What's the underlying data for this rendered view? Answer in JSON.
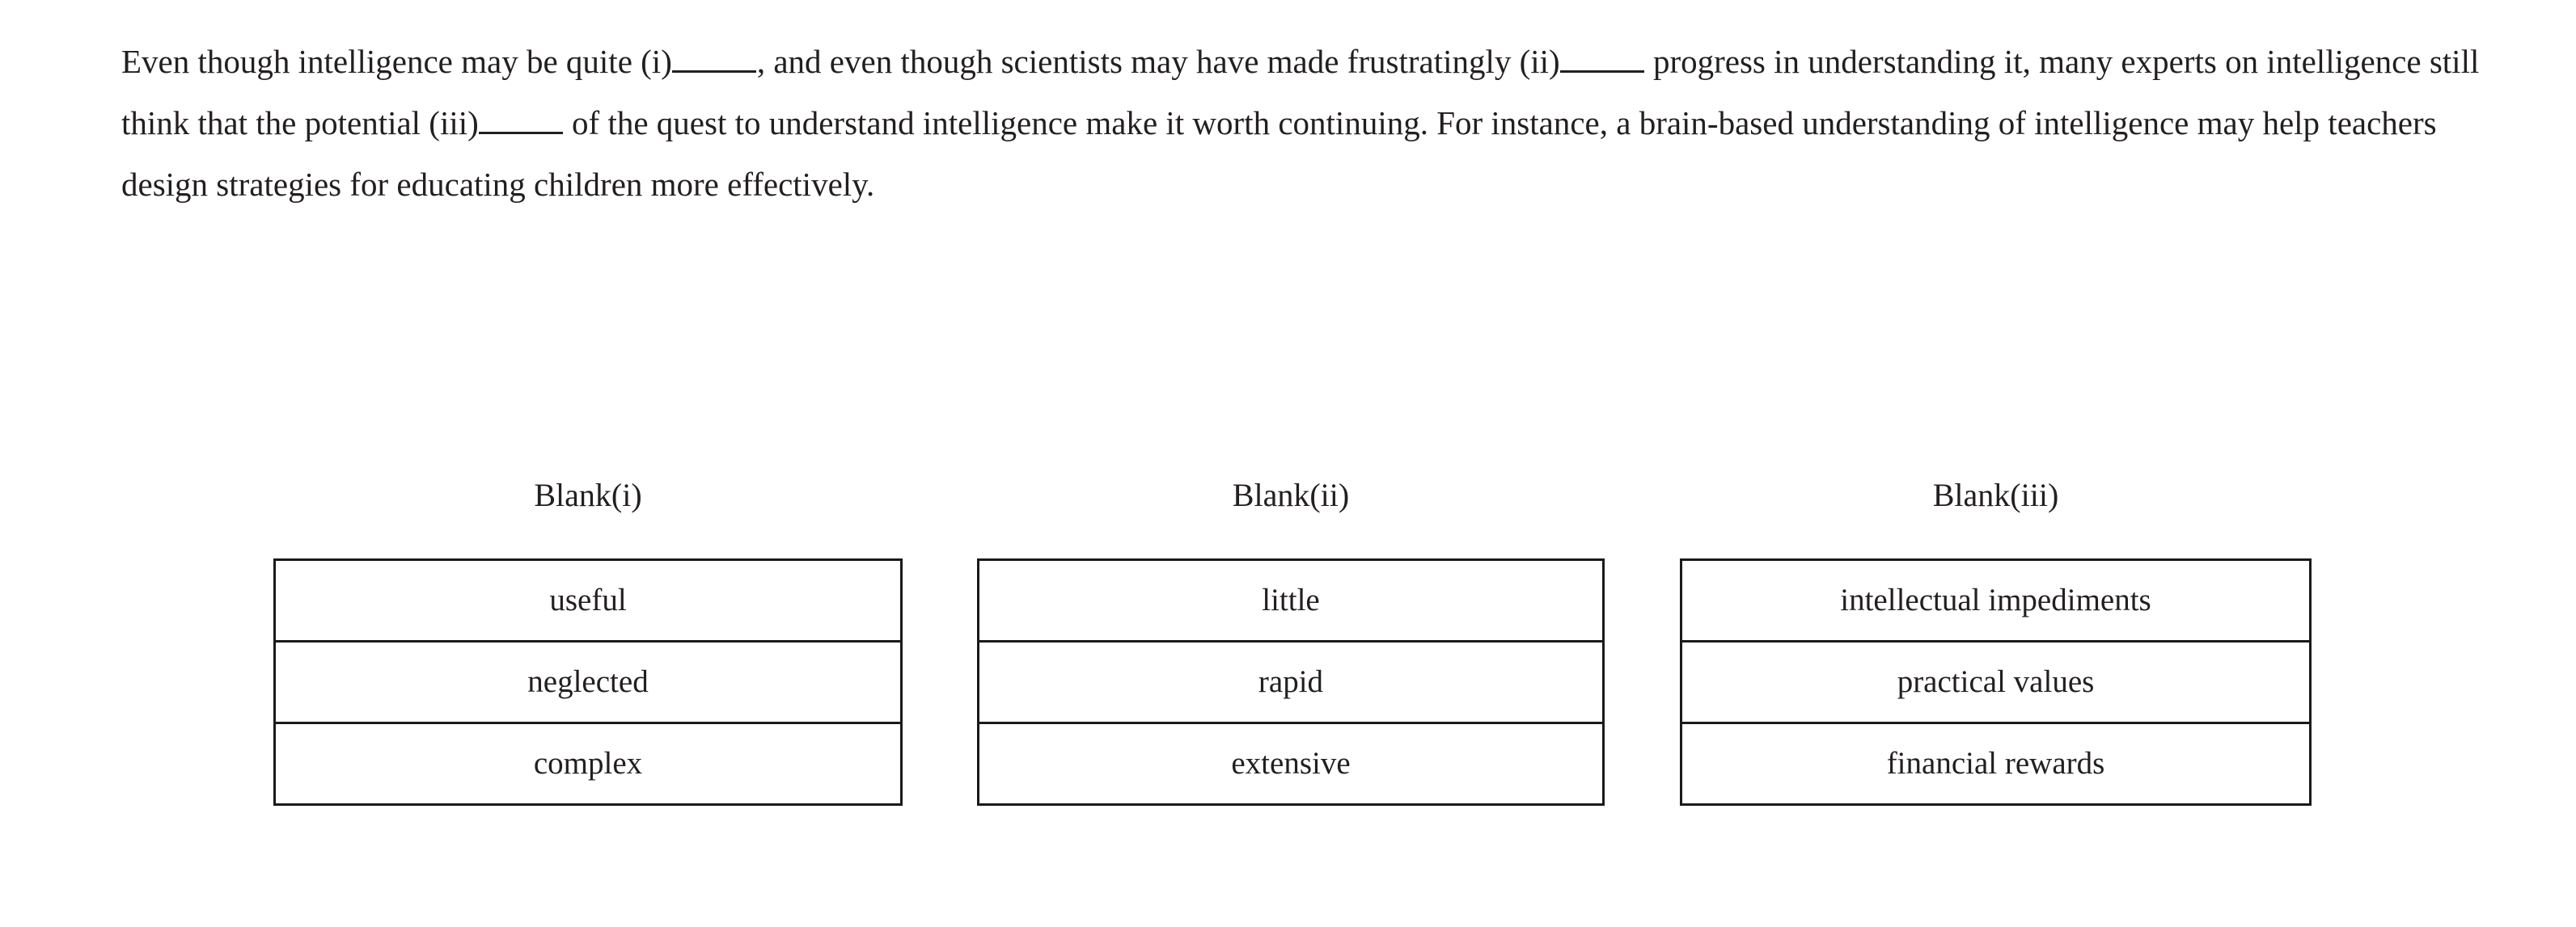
{
  "passage": {
    "segments": [
      {
        "type": "text",
        "value": "Even though intelligence may be quite (i)"
      },
      {
        "type": "blank",
        "value": "_____"
      },
      {
        "type": "text",
        "value": ", and even though scientists may have made frustratingly (ii)"
      },
      {
        "type": "blank",
        "value": "_____"
      },
      {
        "type": "text",
        "value": " progress in understanding it, many experts on intelligence still think that the potential (iii)"
      },
      {
        "type": "blank",
        "value": "_____"
      },
      {
        "type": "text",
        "value": " of the quest to understand intelligence make it worth continuing. For instance, a brain-based understanding of intelligence may help teachers design strategies for educating children more effectively."
      }
    ],
    "full_text": "Even though intelligence may be quite (i)_____, and even though scientists may have made frustratingly (ii)_____ progress in understanding it, many experts on intelligence still think that the potential (iii)_____ of the quest to understand intelligence make it worth continuing. For instance, a brain-based understanding of intelligence may help teachers design strategies for educating children more effectively."
  },
  "answer_columns": [
    {
      "header": "Blank(i)",
      "options": [
        "useful",
        "neglected",
        "complex"
      ]
    },
    {
      "header": "Blank(ii)",
      "options": [
        "little",
        "rapid",
        "extensive"
      ]
    },
    {
      "header": "Blank(iii)",
      "options": [
        "intellectual impediments",
        "practical values",
        "financial rewards"
      ]
    }
  ],
  "colors": {
    "text": "#231f20",
    "border": "#1a1a1a",
    "background": "#ffffff"
  }
}
